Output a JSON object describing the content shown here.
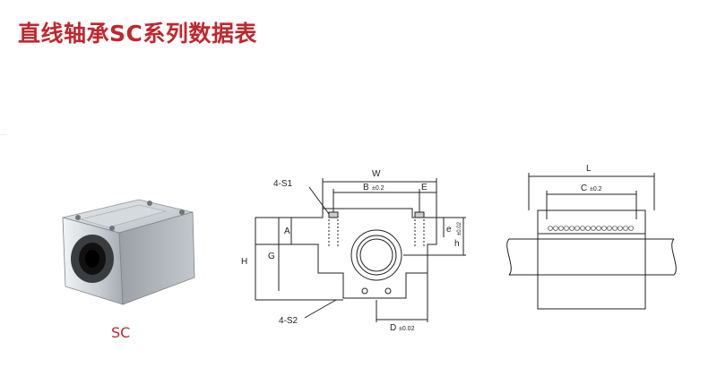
{
  "page": {
    "title": "直线轴承SC系列数据表",
    "product_caption": "SC"
  },
  "front_view": {
    "w": "W",
    "b": "B",
    "b_tol": "±0.2",
    "e_cap": "E",
    "s1": "4-S1",
    "a": "A",
    "e_low": "e",
    "h": "H",
    "g": "G",
    "h1": "h",
    "h1_tol": "±0.02",
    "s2": "4-S2",
    "d": "D",
    "d_tol": "±0.02"
  },
  "side_view": {
    "l": "L",
    "c": "C",
    "c_tol": "±0.2"
  },
  "colors": {
    "title": "#c0272d",
    "caption": "#c0272d",
    "line": "#222222"
  }
}
